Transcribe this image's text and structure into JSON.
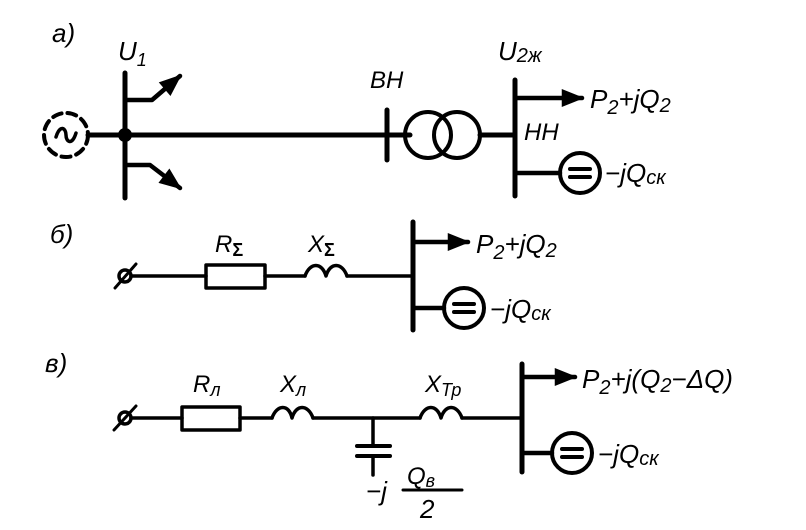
{
  "panels": {
    "a": {
      "label": "а)",
      "bus1_voltage": "U",
      "bus1_voltage_sub": "1",
      "hv_label": "ВН",
      "bus2_voltage": "U",
      "bus2_voltage_sub": "2ж",
      "lv_label": "НН",
      "load": {
        "p": "P",
        "p_sub": "2",
        "plus_j": "+jQ",
        "q_sub": "2"
      },
      "compensator": {
        "text": "−jQ",
        "sub": "ск"
      }
    },
    "b": {
      "label": "б)",
      "resistor": {
        "text": "R",
        "sub": "Σ"
      },
      "reactor": {
        "text": "X",
        "sub": "Σ"
      },
      "load": {
        "p": "P",
        "p_sub": "2",
        "plus_j": "+jQ",
        "q_sub": "2"
      },
      "compensator": {
        "text": "−jQ",
        "sub": "ск"
      }
    },
    "c": {
      "label": "в)",
      "resistor": {
        "text": "R",
        "sub": "л"
      },
      "reactor_line": {
        "text": "X",
        "sub": "л"
      },
      "reactor_transformer": {
        "text": "X",
        "sub": "Тр"
      },
      "shunt": {
        "prefix": "−j",
        "numerator": "Q",
        "numerator_sub": "в",
        "denominator": "2"
      },
      "load": {
        "p": "P",
        "p_sub": "2",
        "plus_j": "+j(Q",
        "q_sub": "2",
        "tail": "−ΔQ)"
      },
      "compensator": {
        "text": "−jQ",
        "sub": "ск"
      }
    }
  }
}
